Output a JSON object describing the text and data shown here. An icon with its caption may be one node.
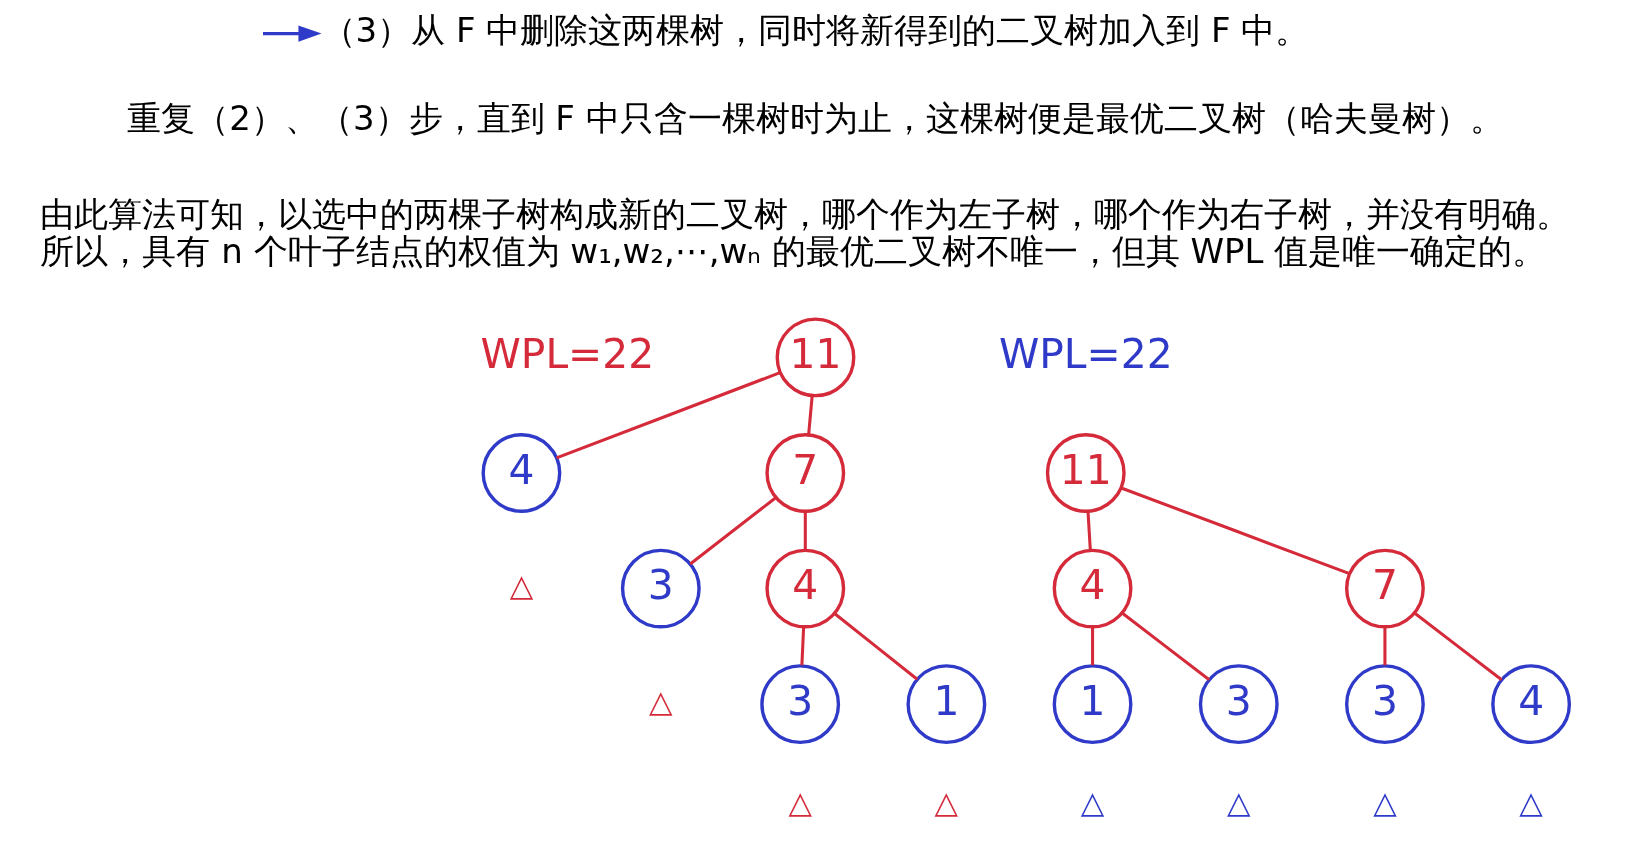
{
  "diagram": {
    "nodes": [
      {
        "text": [
          "（3）从 F 中删除这两棵树，同时将新得到的二叉树加入到 F 中。"
        ]
      },
      {
        "text": [
          "11"
        ]
      },
      {
        "text": [
          "4"
        ],
        "beside": [
          "△"
        ]
      },
      {
        "text": [
          "7"
        ]
      },
      {
        "text": [
          "3"
        ],
        "beside": [
          "△"
        ]
      },
      {
        "text": [
          "4"
        ]
      },
      {
        "text": [
          "3"
        ],
        "beside": [
          "△"
        ]
      },
      {
        "text": [
          "1"
        ],
        "beside": [
          "△"
        ]
      },
      {
        "text": [
          "11"
        ]
      },
      {
        "text": [
          "4"
        ]
      },
      {
        "text": [
          "7"
        ]
      },
      {
        "text": [
          "1"
        ],
        "beside": [
          "△"
        ]
      },
      {
        "text": [
          "3"
        ],
        "beside": [
          "△"
        ]
      },
      {
        "text": [
          "3"
        ],
        "beside": [
          "△"
        ]
      },
      {
        "text": [
          "4"
        ],
        "beside": [
          "△"
        ]
      }
    ],
    "edges": [
      {
        "from": null,
        "to": 0,
        "arrow": "to",
        "color": "#2f3bc8"
      },
      {
        "from": 1,
        "to": 2,
        "arrow": "none"
      },
      {
        "from": 1,
        "to": 3,
        "arrow": "none"
      },
      {
        "from": 3,
        "to": 4,
        "arrow": "none"
      },
      {
        "from": 3,
        "to": 5,
        "arrow": "none"
      },
      {
        "from": 5,
        "to": 6,
        "arrow": "none"
      },
      {
        "from": 5,
        "to": 7,
        "arrow": "none"
      },
      {
        "from": 8,
        "to": 9,
        "arrow": "none"
      },
      {
        "from": 8,
        "to": 10,
        "arrow": "none"
      },
      {
        "from": 9,
        "to": 11,
        "arrow": "none"
      },
      {
        "from": 9,
        "to": 12,
        "arrow": "none"
      },
      {
        "from": 10,
        "to": 13,
        "arrow": "none"
      },
      {
        "from": 10,
        "to": 14,
        "arrow": "none"
      }
    ],
    "labels": [
      "重复（2）、（3）步，直到 F 中只含一棵树时为止，这棵树便是最优二叉树（哈夫曼树）。",
      "由此算法可知，以选中的两棵子树构成新的二叉树，哪个作为左子树，哪个作为右子树，并没有明确。所以，具有 n 个叶子结点的权值为 w₁,w₂,⋯,wₙ 的最优二叉树不唯一，但其 WPL 值是唯一确定的。",
      "WPL=22",
      "WPL=22"
    ]
  }
}
